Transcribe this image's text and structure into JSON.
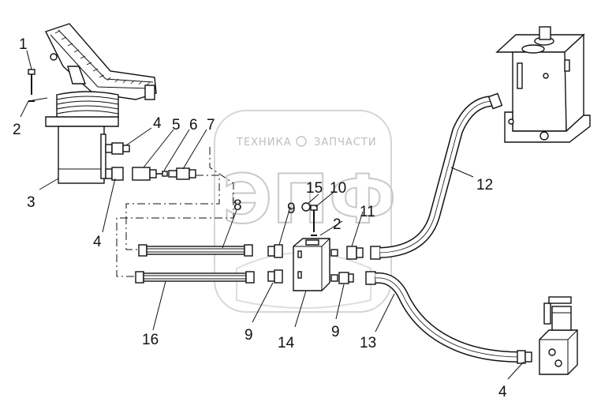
{
  "watermark": {
    "brand": "ЭПФ",
    "caption_left": "ТЕХНИКА",
    "caption_right": "ЗАПЧАСТИ"
  },
  "callouts": [
    {
      "id": "c1",
      "text": "1"
    },
    {
      "id": "c2a",
      "text": "2"
    },
    {
      "id": "c3",
      "text": "3"
    },
    {
      "id": "c4a",
      "text": "4"
    },
    {
      "id": "c5",
      "text": "5"
    },
    {
      "id": "c6",
      "text": "6"
    },
    {
      "id": "c7",
      "text": "7"
    },
    {
      "id": "c4b",
      "text": "4"
    },
    {
      "id": "c8",
      "text": "8"
    },
    {
      "id": "c9a",
      "text": "9"
    },
    {
      "id": "c15",
      "text": "15"
    },
    {
      "id": "c10",
      "text": "10"
    },
    {
      "id": "c2b",
      "text": "2"
    },
    {
      "id": "c11",
      "text": "11"
    },
    {
      "id": "c12",
      "text": "12"
    },
    {
      "id": "c16",
      "text": "16"
    },
    {
      "id": "c9b",
      "text": "9"
    },
    {
      "id": "c14",
      "text": "14"
    },
    {
      "id": "c9c",
      "text": "9"
    },
    {
      "id": "c13",
      "text": "13"
    },
    {
      "id": "c4c",
      "text": "4"
    }
  ],
  "colors": {
    "ink": "#111111",
    "watermark": "#c9c9c9"
  }
}
